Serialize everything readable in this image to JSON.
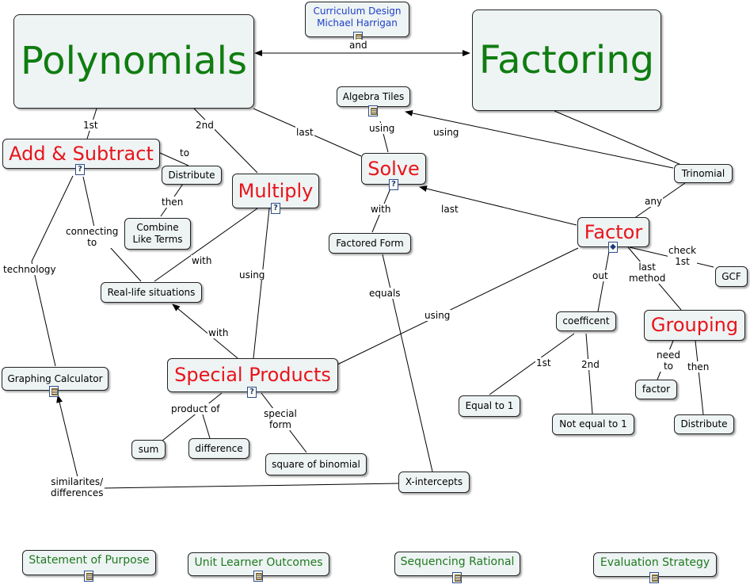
{
  "nodes": {
    "polynomials": "Polynomials",
    "factoring": "Factoring",
    "curriculum": [
      "Curriculum Design",
      "Michael Harrigan"
    ],
    "algebra_tiles": "Algebra Tiles",
    "add_subtract": "Add & Subtract",
    "distribute_1": "Distribute",
    "combine_like_terms": [
      "Combine",
      "Like Terms"
    ],
    "multiply": "Multiply",
    "solve": "Solve",
    "trinomial": "Trinomial",
    "factor": "Factor",
    "gcf": "GCF",
    "factored_form": "Factored Form",
    "real_life": "Real-life situations",
    "graphing_calculator": "Graphing Calculator",
    "special_products": "Special Products",
    "coefficient": "coefficent",
    "grouping": "Grouping",
    "factor_small": "factor",
    "distribute_2": "Distribute",
    "equal_to_1": "Equal to 1",
    "not_equal_to_1": "Not equal to 1",
    "sum": "sum",
    "difference": "difference",
    "square_of_binomial": "square of binomial",
    "x_intercepts": "X-intercepts"
  },
  "link_labels": {
    "and": "and",
    "first": "1st",
    "second": "2nd",
    "last": "last",
    "to": "to",
    "then": "then",
    "using_tiles": "using",
    "using_trinomial": "using",
    "any": "any",
    "last_factor": "last",
    "with_solve": "with",
    "connecting_to": [
      "connecting",
      "to"
    ],
    "with_multiply": "with",
    "using_multiply": "using",
    "technology": "technology",
    "equals": "equals",
    "check_1st": [
      "check",
      "1st"
    ],
    "out": "out",
    "last_method": [
      "last",
      "method"
    ],
    "using_factor": "using",
    "with_special": "with",
    "first_coef": "1st",
    "second_coef": "2nd",
    "need_to": [
      "need",
      "to"
    ],
    "then_grouping": "then",
    "product_of": "product of",
    "special_form": [
      "special",
      "form"
    ],
    "similarities": [
      "similarites/",
      "differences"
    ]
  },
  "footer": {
    "statement_of_purpose": "Statement of Purpose",
    "unit_learner_outcomes": "Unit Learner Outcomes",
    "sequencing_rational": "Sequencing Rational",
    "evaluation_strategy": "Evaluation Strategy"
  },
  "colors": {
    "title_green": "#0f7d10",
    "topic_red": "#e8141a",
    "link_blue": "#1c3fc8",
    "footer_green": "#1e7a1e",
    "node_fill": "#eef3f4"
  }
}
